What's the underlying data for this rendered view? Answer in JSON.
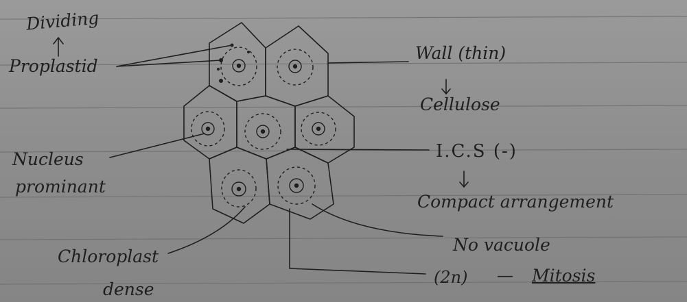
{
  "labels": {
    "dividing": "Dividing",
    "proplastid": "Proplastid",
    "wall": "Wall (thin)",
    "cellulose": "Cellulose",
    "nucleus": "Nucleus",
    "prominent": "prominant",
    "ics": "I.C.S (-)",
    "compact": "Compact arrangement",
    "chloroplast": "Chloroplast",
    "dense": "dense",
    "no_vacuole": "No vacuole",
    "ploidy": "(2n)",
    "dash": "—",
    "mitosis": "Mitosis"
  },
  "colors": {
    "paper": "#939393",
    "ruling": "#6f6f6f",
    "ink": "#1f1f1f"
  }
}
